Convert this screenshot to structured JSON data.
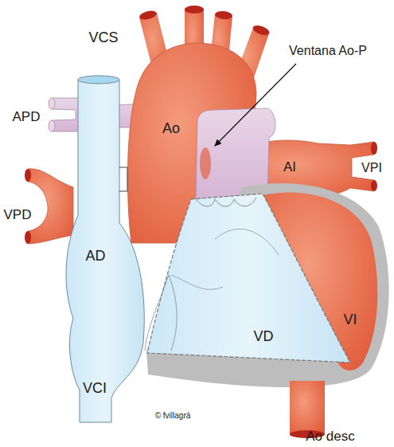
{
  "diagram": {
    "labels": [
      "VCS",
      "Ventana Ao-P",
      "APD",
      "Ao",
      "AI",
      "VPI",
      "VPD",
      "AD",
      "VD",
      "VI",
      "VCI",
      "© fvillagrá",
      "Ao desc"
    ]
  }
}
